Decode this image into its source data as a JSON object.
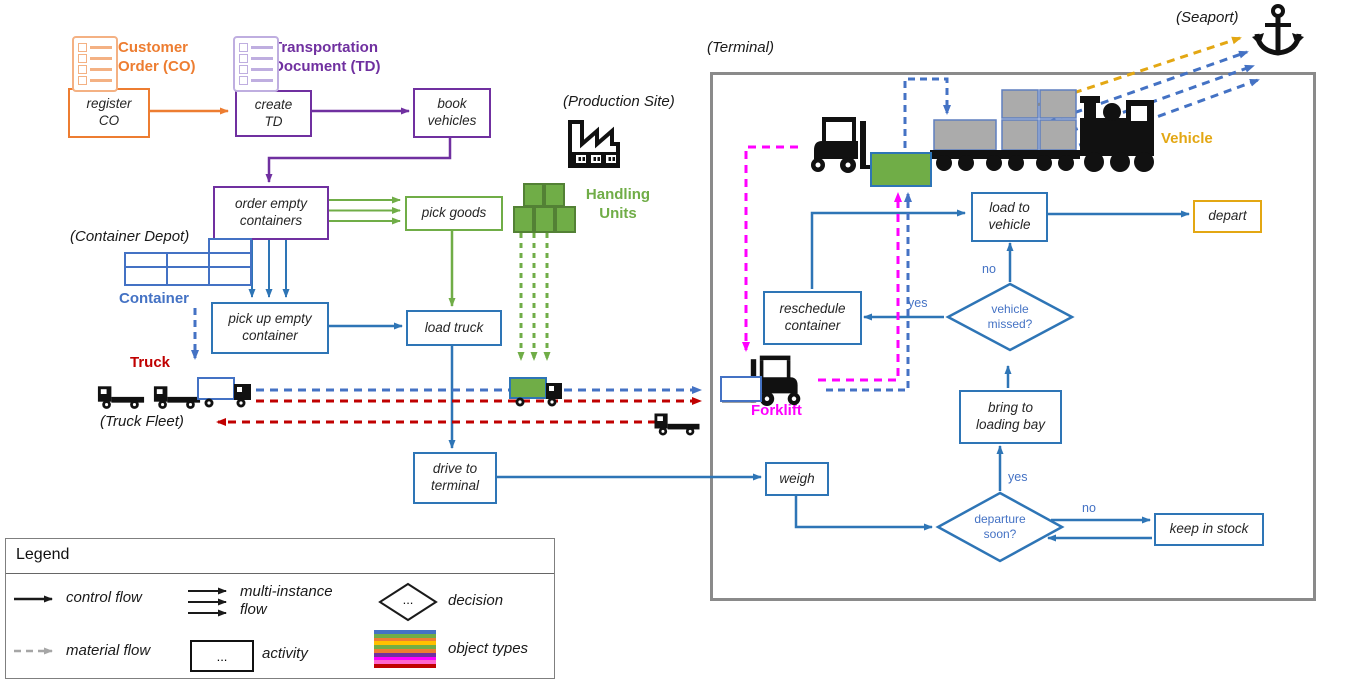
{
  "colors": {
    "orange": "#ED7D31",
    "purple": "#7030A0",
    "green": "#70AD47",
    "blue": "#2E75B6",
    "light_blue": "#4472C4",
    "red": "#C00000",
    "magenta": "#FF00FF",
    "gold": "#E3A713",
    "terminal_border_gray": "#8A8A8A",
    "container_gray": "#ABABAB"
  },
  "activities": {
    "register_co": "register\nCO",
    "create_td": "create\nTD",
    "book_vehicles": "book\nvehicles",
    "order_empty_containers": "order empty\ncontainers",
    "pick_goods": "pick goods",
    "pick_up_empty_container": "pick up empty\ncontainer",
    "load_truck": "load truck",
    "drive_to_terminal": "drive to\nterminal",
    "weigh": "weigh",
    "reschedule_container": "reschedule\ncontainer",
    "load_to_vehicle": "load to\nvehicle",
    "depart": "depart",
    "bring_to_loading_bay": "bring to\nloading bay",
    "keep_in_stock": "keep in stock"
  },
  "decisions": {
    "vehicle_missed": "vehicle\nmissed?",
    "departure_soon": "departure\nsoon?"
  },
  "edge_labels": {
    "vehicle_missed_no": "no",
    "vehicle_missed_yes": "yes",
    "departure_soon_yes": "yes",
    "departure_soon_no": "no"
  },
  "object_labels": {
    "customer_order": "Customer\nOrder (CO)",
    "transportation_document": "Transportation\nDocument (TD)",
    "container": "Container",
    "truck": "Truck",
    "handling_units": "Handling\nUnits",
    "forklift": "Forklift",
    "vehicle": "Vehicle"
  },
  "locations": {
    "container_depot": "(Container Depot)",
    "truck_fleet": "(Truck Fleet)",
    "production_site": "(Production Site)",
    "terminal": "(Terminal)",
    "seaport": "(Seaport)"
  },
  "legend": {
    "title": "Legend",
    "control_flow": "control flow",
    "multi_instance_flow": "multi-instance\nflow",
    "decision": "decision",
    "material_flow": "material flow",
    "activity": "activity",
    "object_types": "object types",
    "activity_placeholder": "...",
    "decision_placeholder": "...",
    "object_type_colors": [
      "#4472C4",
      "#70AD47",
      "#ED7D31",
      "#FFC000",
      "#70AD47",
      "#ED7D31",
      "#7030A0",
      "#FF00FF",
      "#FF66CC",
      "#C00000"
    ]
  }
}
